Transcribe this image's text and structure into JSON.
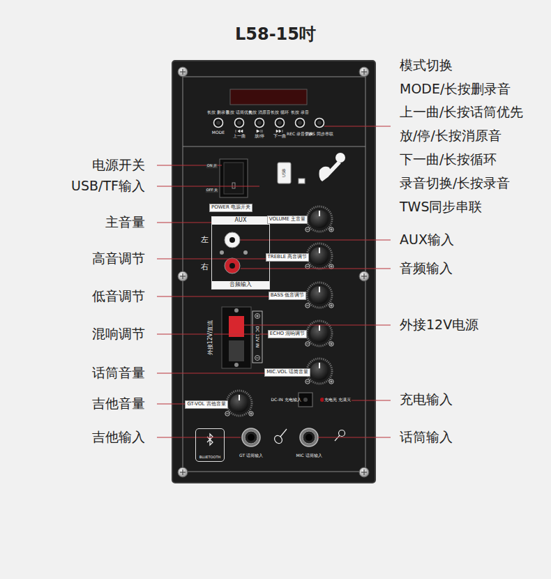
{
  "diagram": {
    "title": "L58-15吋",
    "nodes": [
      {
        "text": [
          "POWER 电源开关"
        ]
      },
      {
        "text": [
          "AUX",
          "音频输入"
        ]
      },
      {
        "text": [
          "VOLUME 主音量"
        ]
      },
      {
        "text": [
          "TREBLE 高音调节"
        ]
      },
      {
        "text": [
          "BASS 低音调节"
        ]
      },
      {
        "text": [
          "ECHO 混响调节"
        ]
      },
      {
        "text": [
          "MIC.VOL 话筒音量"
        ]
      },
      {
        "text": [
          "GT-VOL 吉他音量"
        ]
      },
      {
        "text": [
          "BLUETOOTH"
        ]
      }
    ],
    "labels": [
      "模式切换",
      "MODE/长按删录音",
      "上一曲/长按话筒优先",
      "放/停/长按消原音",
      "下一曲/长按循环",
      "录音切换/长按录音",
      "TWS同步串联",
      "电源开关",
      "USB/TF输入",
      "主音量",
      "AUX输入",
      "高音调节",
      "音频输入",
      "低音调节",
      "外接12V电源",
      "混响调节",
      "话筒音量",
      "吉他音量",
      "充电输入",
      "吉他输入",
      "话筒输入",
      "长按 删录音",
      "长按 话筒优先",
      "长按 消原音",
      "长按 循环",
      "长按 录音",
      "MODE",
      "上一曲",
      "放/停",
      "下一曲",
      "REC 录音切换",
      "TWS 同步串联",
      "ON 开",
      "OFF 关",
      "USB",
      "左",
      "右",
      "外接12V/直流",
      "DC 12V IN",
      "DC-IN 充电输入",
      "充电亮 充满灭",
      "GT 话筒输入",
      "MIC 话筒输入"
    ]
  }
}
